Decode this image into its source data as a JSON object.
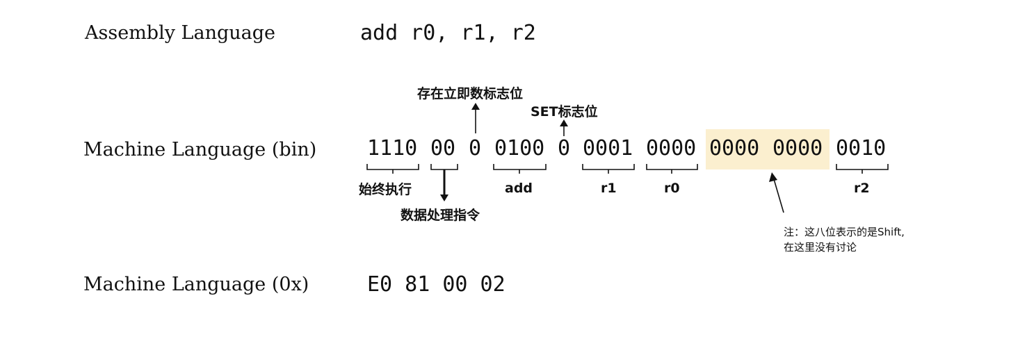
{
  "rows": {
    "assembly_label": "Assembly Language",
    "assembly_code": "add r0, r1, r2",
    "bin_label": "Machine Language (bin)",
    "hex_label": "Machine Language (0x)",
    "hex_code": "E0 81 00 02"
  },
  "bin_fields": {
    "cond": "1110",
    "op": "00",
    "imm_flag": "0",
    "opcode": "0100",
    "set_flag": "0",
    "rn": "0001",
    "rd": "0000",
    "shift_a": "0000",
    "shift_b": "0000",
    "rm": "0010"
  },
  "annotations": {
    "always_execute": "始终执行",
    "data_processing": "数据处理指令",
    "immediate_flag": "存在立即数标志位",
    "set_flag": "SET标志位",
    "add": "add",
    "r1": "r1",
    "r0": "r0",
    "r2": "r2",
    "note_line1": "注：这八位表示的是Shift,",
    "note_line2": "在这里没有讨论"
  },
  "colors": {
    "highlight": "#fbefcf",
    "ink": "#111111"
  }
}
